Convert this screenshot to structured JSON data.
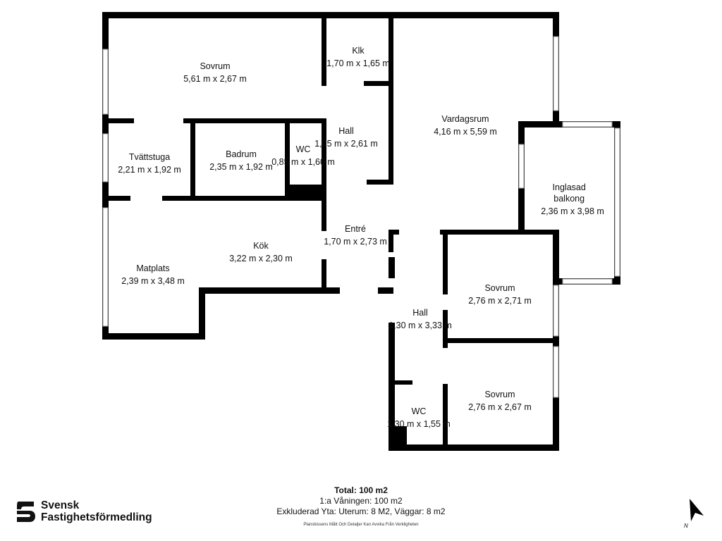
{
  "rooms": [
    {
      "name": "Sovrum",
      "size": "5,61 m x 2,67 m"
    },
    {
      "name": "Klk",
      "size": "1,70 m x 1,65 m"
    },
    {
      "name": "Vardagsrum",
      "size": "4,16 m x 5,59 m"
    },
    {
      "name": "Hall",
      "size": "1,05 m x 2,61 m"
    },
    {
      "name": "Tvättstuga",
      "size": "2,21 m x 1,92 m"
    },
    {
      "name": "Badrum",
      "size": "2,35 m x 1,92 m"
    },
    {
      "name": "WC",
      "size": "0,85 m x 1,60 m"
    },
    {
      "name": "Inglasad balkong",
      "size": "2,36 m x 3,98 m"
    },
    {
      "name": "Entré",
      "size": "1,70 m x 2,73 m"
    },
    {
      "name": "Kök",
      "size": "3,22 m x 2,30 m"
    },
    {
      "name": "Matplats",
      "size": "2,39 m x 3,48 m"
    },
    {
      "name": "Sovrum",
      "size": "2,76 m x 2,71 m"
    },
    {
      "name": "Hall",
      "size": "1,30 m x 3,33 m"
    },
    {
      "name": "Sovrum",
      "size": "2,76 m x 2,67 m"
    },
    {
      "name": "WC",
      "size": "1,30 m x 1,55 m"
    }
  ],
  "footer": {
    "total": "Total: 100 m2",
    "floor": "1:a Våningen: 100 m2",
    "excluded": "Exkluderad Yta: Uterum: 8 M2, Väggar: 8 m2",
    "disclaimer": "Planskissens Mått Och Detaljer Kan Avvika Från Verkligheten"
  },
  "brand": {
    "line1": "Svensk",
    "line2": "Fastighetsförmedling"
  },
  "compass": {
    "label": "N",
    "icon": "north-arrow-icon"
  },
  "colors": {
    "wall": "#000000",
    "background": "#ffffff",
    "window": "#9a9a9a"
  }
}
